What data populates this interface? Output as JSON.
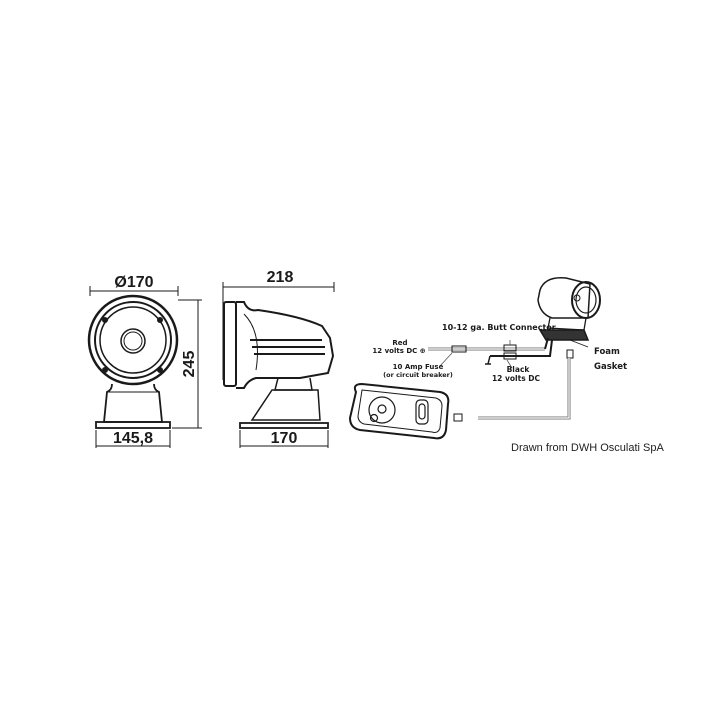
{
  "front_view": {
    "diameter_label": "Ø170",
    "height_label": "245",
    "base_width_label": "145,8"
  },
  "side_view": {
    "length_label": "218",
    "base_width_label": "170"
  },
  "wiring": {
    "butt_connector": "10-12 ga. Butt Connector",
    "red_line1": "Red",
    "red_line2": "12 volts DC ⊕",
    "fuse_line1": "10 Amp Fuse",
    "fuse_line2": "(or circuit breaker)",
    "black_line1": "Black",
    "black_line2": "12 volts DC",
    "foam": "Foam",
    "gasket": "Gasket"
  },
  "credit": "Drawn from DWH Osculati SpA"
}
